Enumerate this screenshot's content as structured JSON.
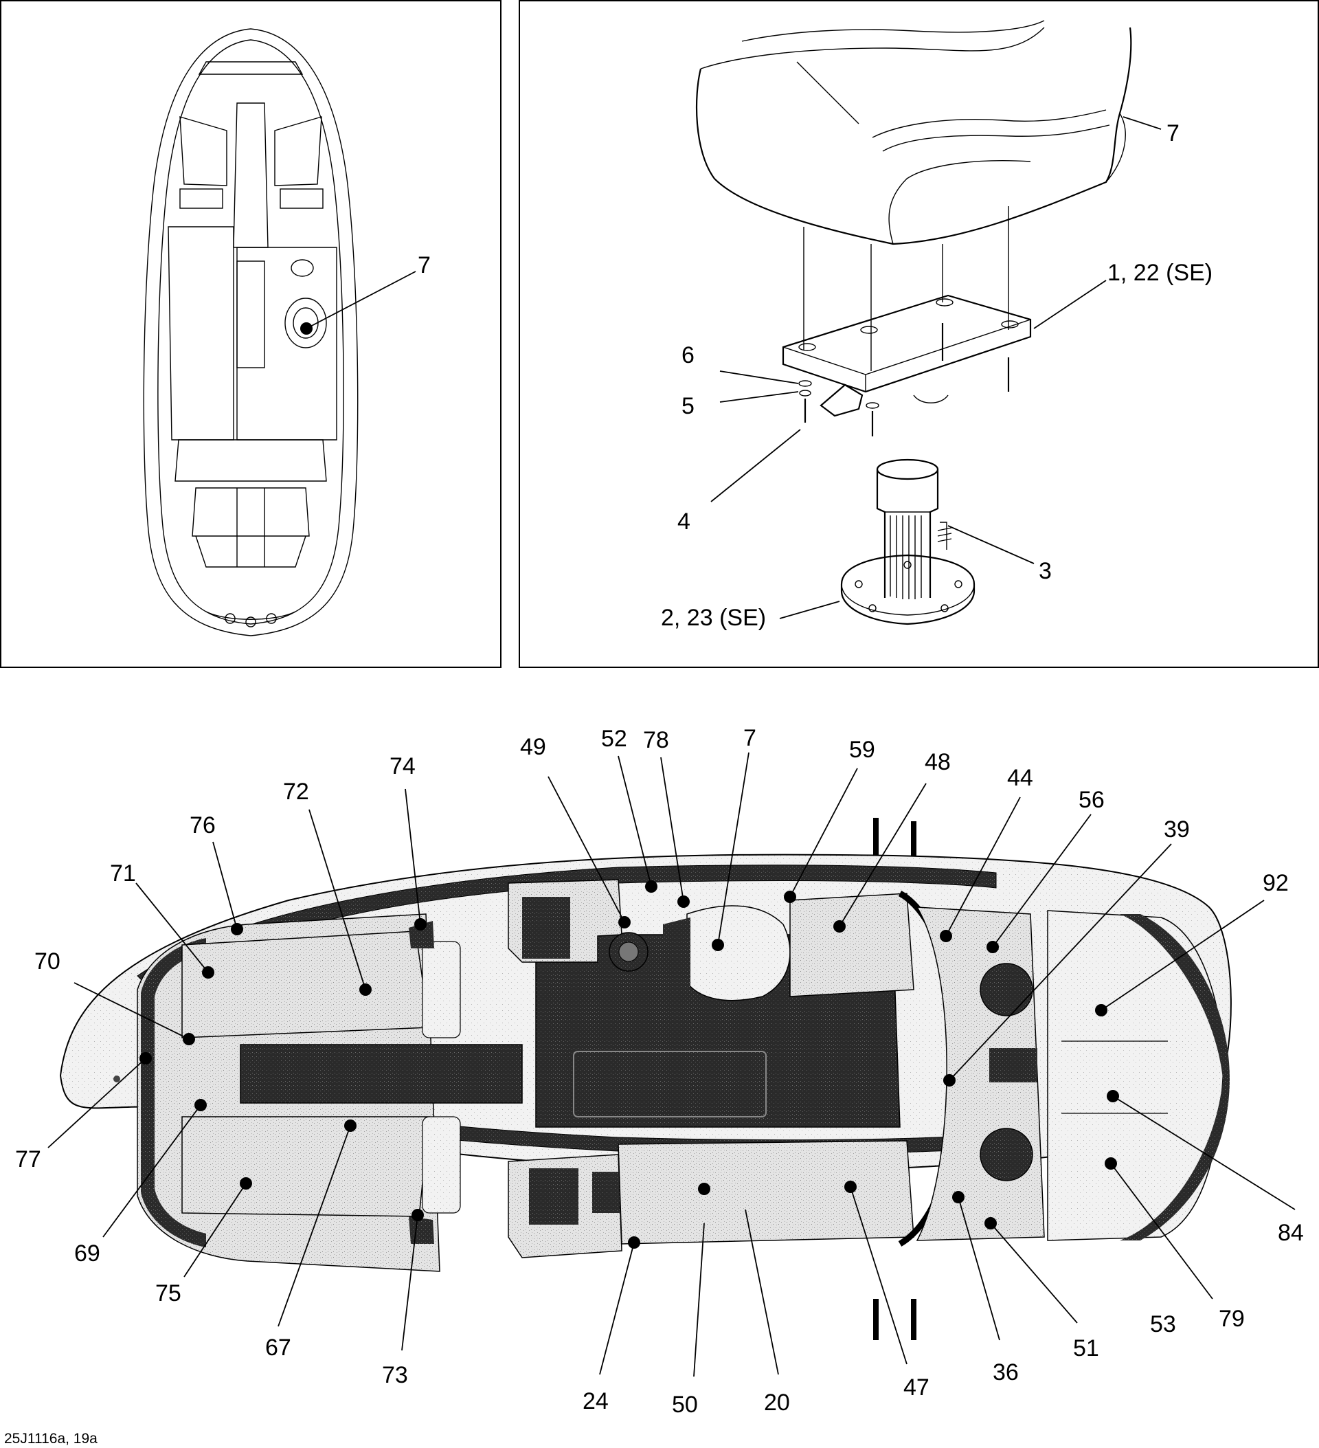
{
  "panels": {
    "top_view": {
      "callouts": [
        {
          "text": "7"
        }
      ]
    },
    "seat_assembly": {
      "callouts": [
        {
          "text": "7"
        },
        {
          "text": "1, 22 (SE)"
        },
        {
          "text": "6"
        },
        {
          "text": "5"
        },
        {
          "text": "4"
        },
        {
          "text": "3"
        },
        {
          "text": "2, 23 (SE)"
        }
      ]
    },
    "deck_layout": {
      "callouts": [
        {
          "text": "49"
        },
        {
          "text": "52"
        },
        {
          "text": "78"
        },
        {
          "text": "7"
        },
        {
          "text": "59"
        },
        {
          "text": "48"
        },
        {
          "text": "74"
        },
        {
          "text": "72"
        },
        {
          "text": "76"
        },
        {
          "text": "71"
        },
        {
          "text": "70"
        },
        {
          "text": "77"
        },
        {
          "text": "69"
        },
        {
          "text": "75"
        },
        {
          "text": "67"
        },
        {
          "text": "73"
        },
        {
          "text": "24"
        },
        {
          "text": "50"
        },
        {
          "text": "20"
        },
        {
          "text": "47"
        },
        {
          "text": "36"
        },
        {
          "text": "51"
        },
        {
          "text": "53"
        },
        {
          "text": "79"
        },
        {
          "text": "84"
        },
        {
          "text": "92"
        },
        {
          "text": "39"
        },
        {
          "text": "56"
        },
        {
          "text": "44"
        }
      ]
    }
  },
  "figure_code": "25J1116a, 19a"
}
